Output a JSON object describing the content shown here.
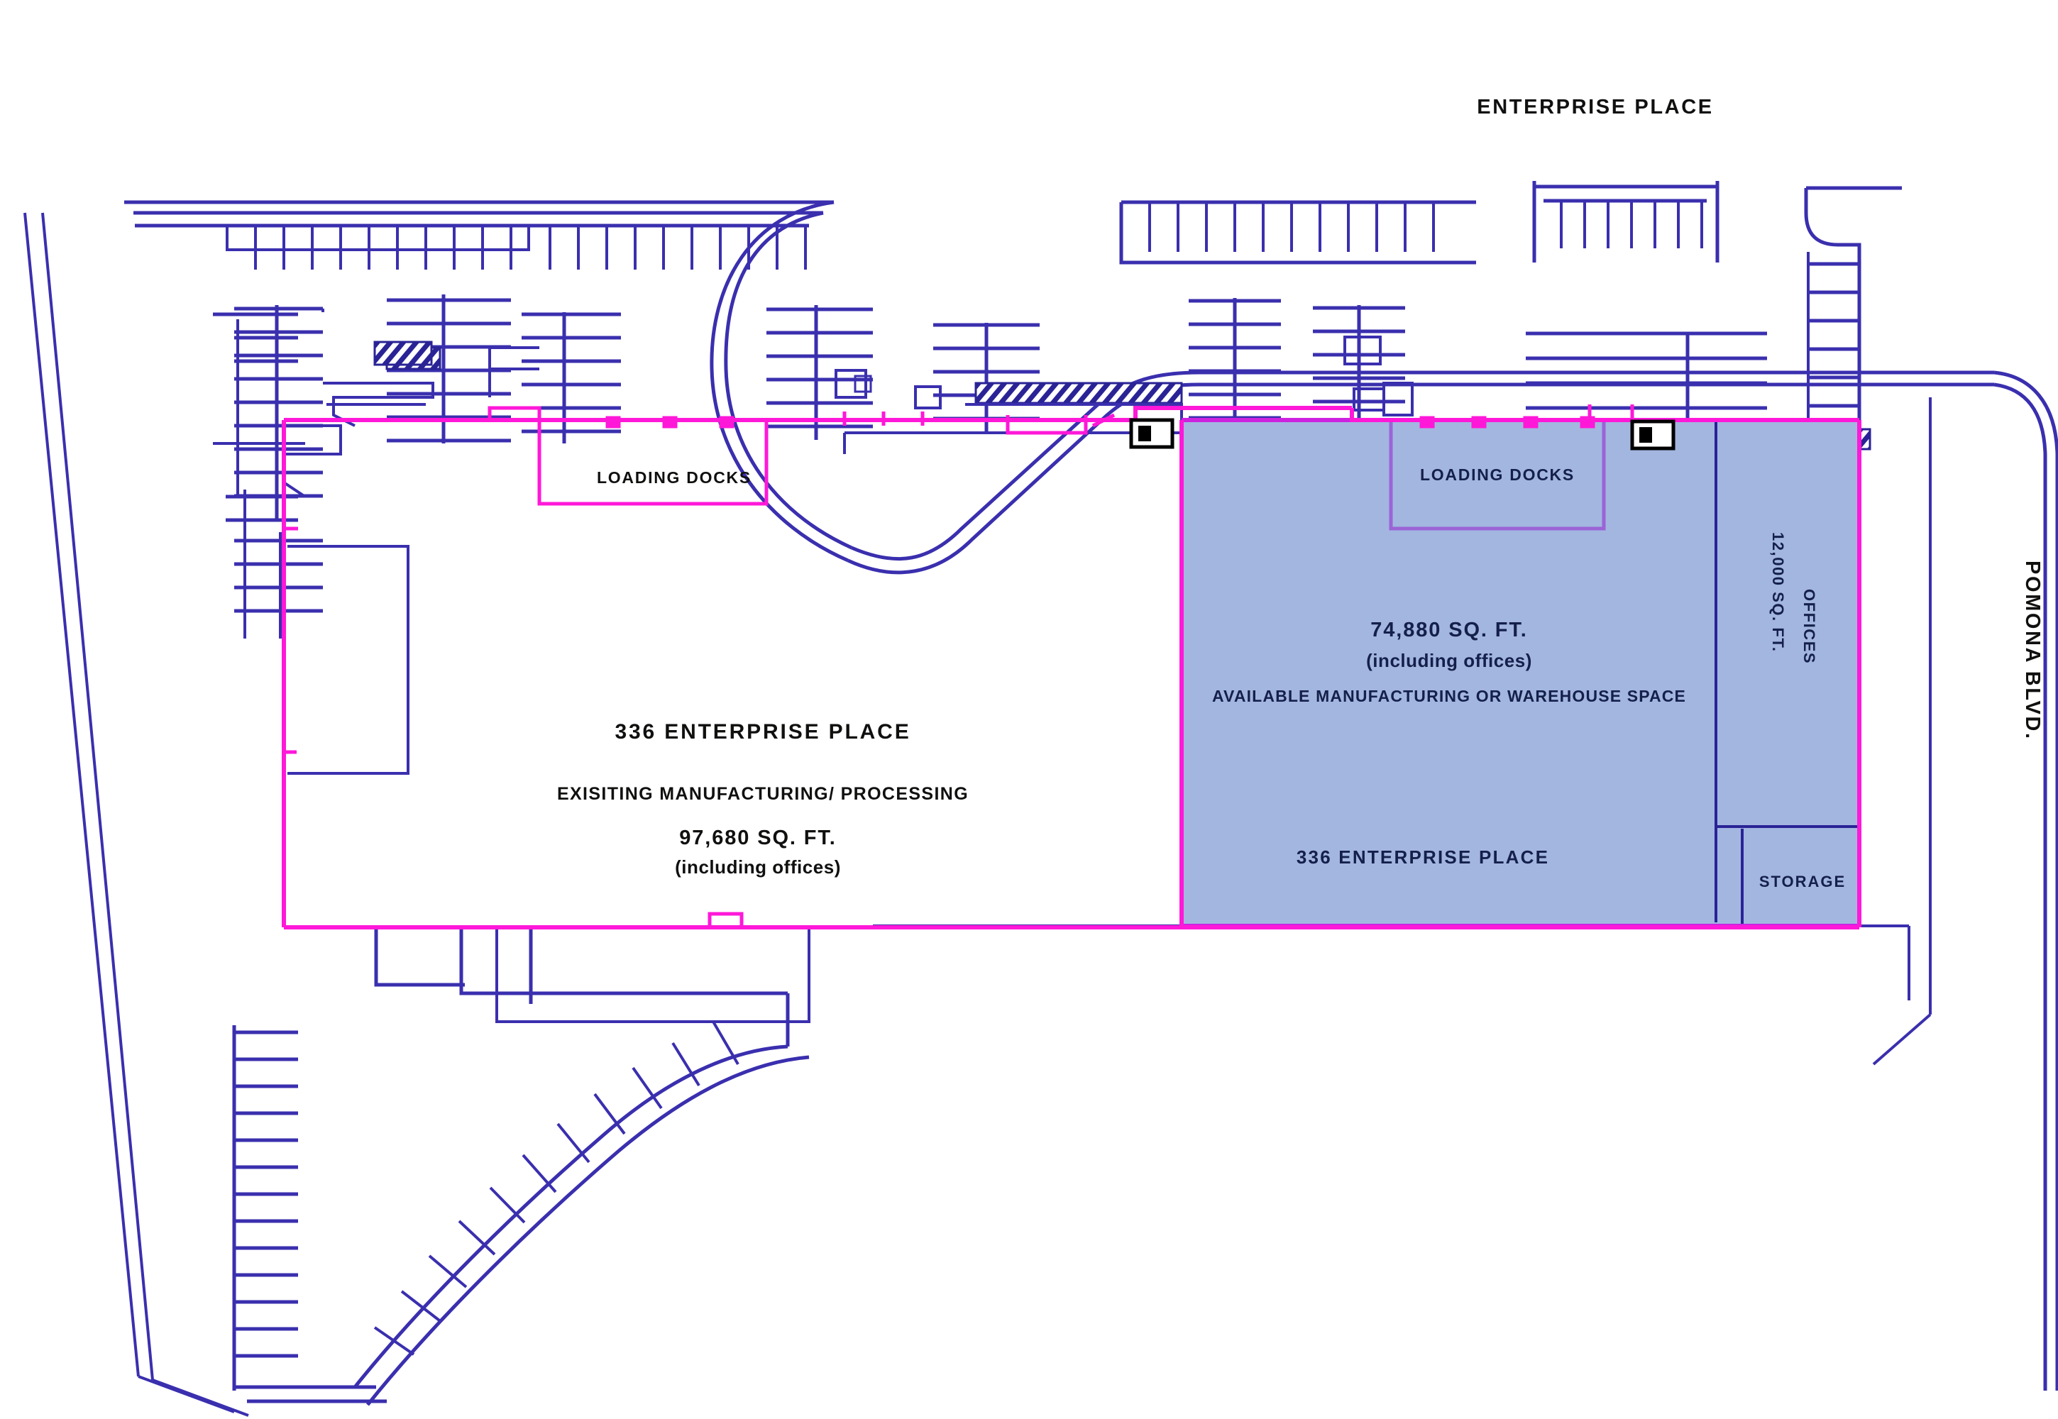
{
  "drawing": {
    "title": "336 Enterprise Place Site Plan",
    "colors": {
      "parking_line": "#3a2fae",
      "building_outline": "#ff18d8",
      "available_fill": "#a3b6e0",
      "available_stroke": "#cc22e0",
      "text_dark": "#10100f",
      "text_blue": "#14204a",
      "background": "#ffffff"
    }
  },
  "streets": [
    {
      "name": "street-enterprise-place",
      "label": "ENTERPRISE PLACE"
    },
    {
      "name": "street-pomona-blvd",
      "label": "POMONA BLVD."
    }
  ],
  "existing_building": {
    "address": "336 ENTERPRISE PLACE",
    "use": "EXISITING MANUFACTURING/ PROCESSING",
    "area": "97,680 SQ. FT.",
    "area_note": "(including offices)",
    "loading_docks_label": "LOADING DOCKS",
    "dock_count": 3
  },
  "available_space": {
    "area": "74,880 SQ. FT.",
    "area_note": "(including offices)",
    "description": "AVAILABLE MANUFACTURING OR WAREHOUSE SPACE",
    "address": "336 ENTERPRISE PLACE",
    "loading_docks_label": "LOADING DOCKS",
    "dock_count": 4,
    "rooms": [
      {
        "name": "offices",
        "label": "OFFICES",
        "area": "12,000 SQ. FT."
      },
      {
        "name": "storage",
        "label": "STORAGE",
        "area": ""
      }
    ]
  }
}
